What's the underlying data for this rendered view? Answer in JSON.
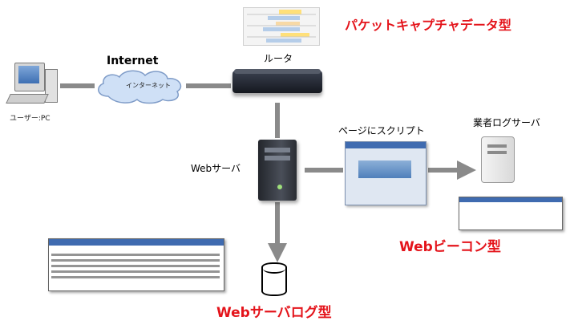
{
  "titles": {
    "packet_capture": "パケットキャプチャデータ型",
    "web_beacon": "Webビーコン型",
    "web_server_log": "Webサーバログ型"
  },
  "nodes": {
    "internet": "Internet",
    "cloud": "インターネット",
    "user_pc": "ユーザー:PC",
    "router": "ルータ",
    "web_server": "Webサーバ",
    "page_script": "ページにスクリプト",
    "vendor_log_server": "業者ログサーバ"
  },
  "colors": {
    "title_red": "#e4141b",
    "arrow_gray": "#8a8a8a",
    "cloud_fill": "#cfe0f6",
    "cloud_stroke": "#7f9cc8"
  },
  "icons": [
    "desktop-pc-icon",
    "cloud-icon",
    "router-icon",
    "server-tower-icon",
    "database-icon",
    "browser-window-icon",
    "rack-server-icon",
    "log-window-icon"
  ]
}
